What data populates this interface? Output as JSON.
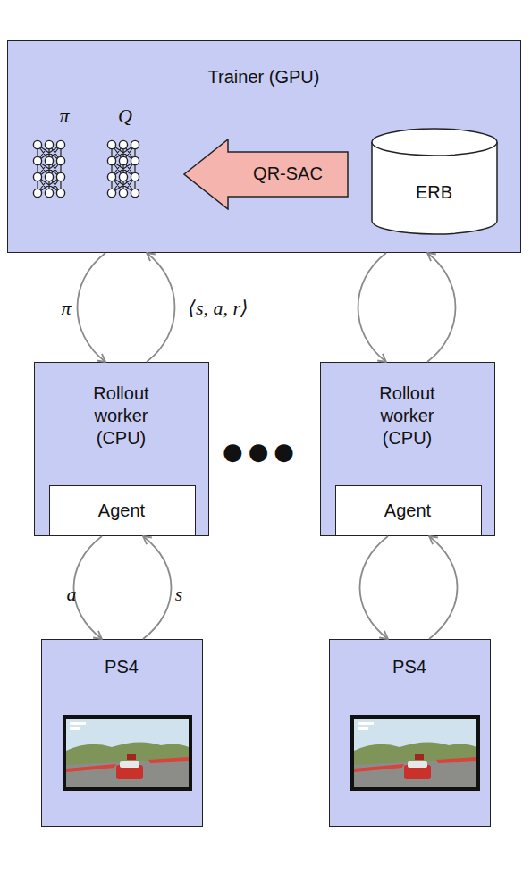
{
  "diagram": {
    "nodes": [
      {
        "text": [
          "Trainer (GPU)"
        ]
      },
      {
        "text": [
          "QR-SAC"
        ],
        "in": 0
      },
      {
        "text": [
          "ERB"
        ],
        "in": 0
      },
      {
        "text": [
          "Rollout worker (CPU)"
        ]
      },
      {
        "text": [
          "Agent"
        ],
        "in": 3
      },
      {
        "text": [
          "Rollout worker (CPU)"
        ]
      },
      {
        "text": [
          "Agent"
        ],
        "in": 5
      },
      {
        "text": [
          "PS4"
        ]
      },
      {
        "text": [
          "PS4"
        ]
      }
    ],
    "edges": [
      {
        "from": 0,
        "to": 3,
        "label": "π",
        "arrow": "to"
      },
      {
        "from": 3,
        "to": 0,
        "label": "⟨s, a, r⟩",
        "arrow": "to"
      },
      {
        "from": 0,
        "to": 5,
        "arrow": "to"
      },
      {
        "from": 5,
        "to": 0,
        "arrow": "to"
      },
      {
        "from": 3,
        "to": 7,
        "label": "a",
        "arrow": "to"
      },
      {
        "from": 7,
        "to": 3,
        "label": "s",
        "arrow": "to"
      },
      {
        "from": 5,
        "to": 8,
        "arrow": "to"
      },
      {
        "from": 8,
        "to": 5,
        "arrow": "to"
      }
    ],
    "labels": [
      "π",
      "Q",
      "●●●"
    ]
  }
}
